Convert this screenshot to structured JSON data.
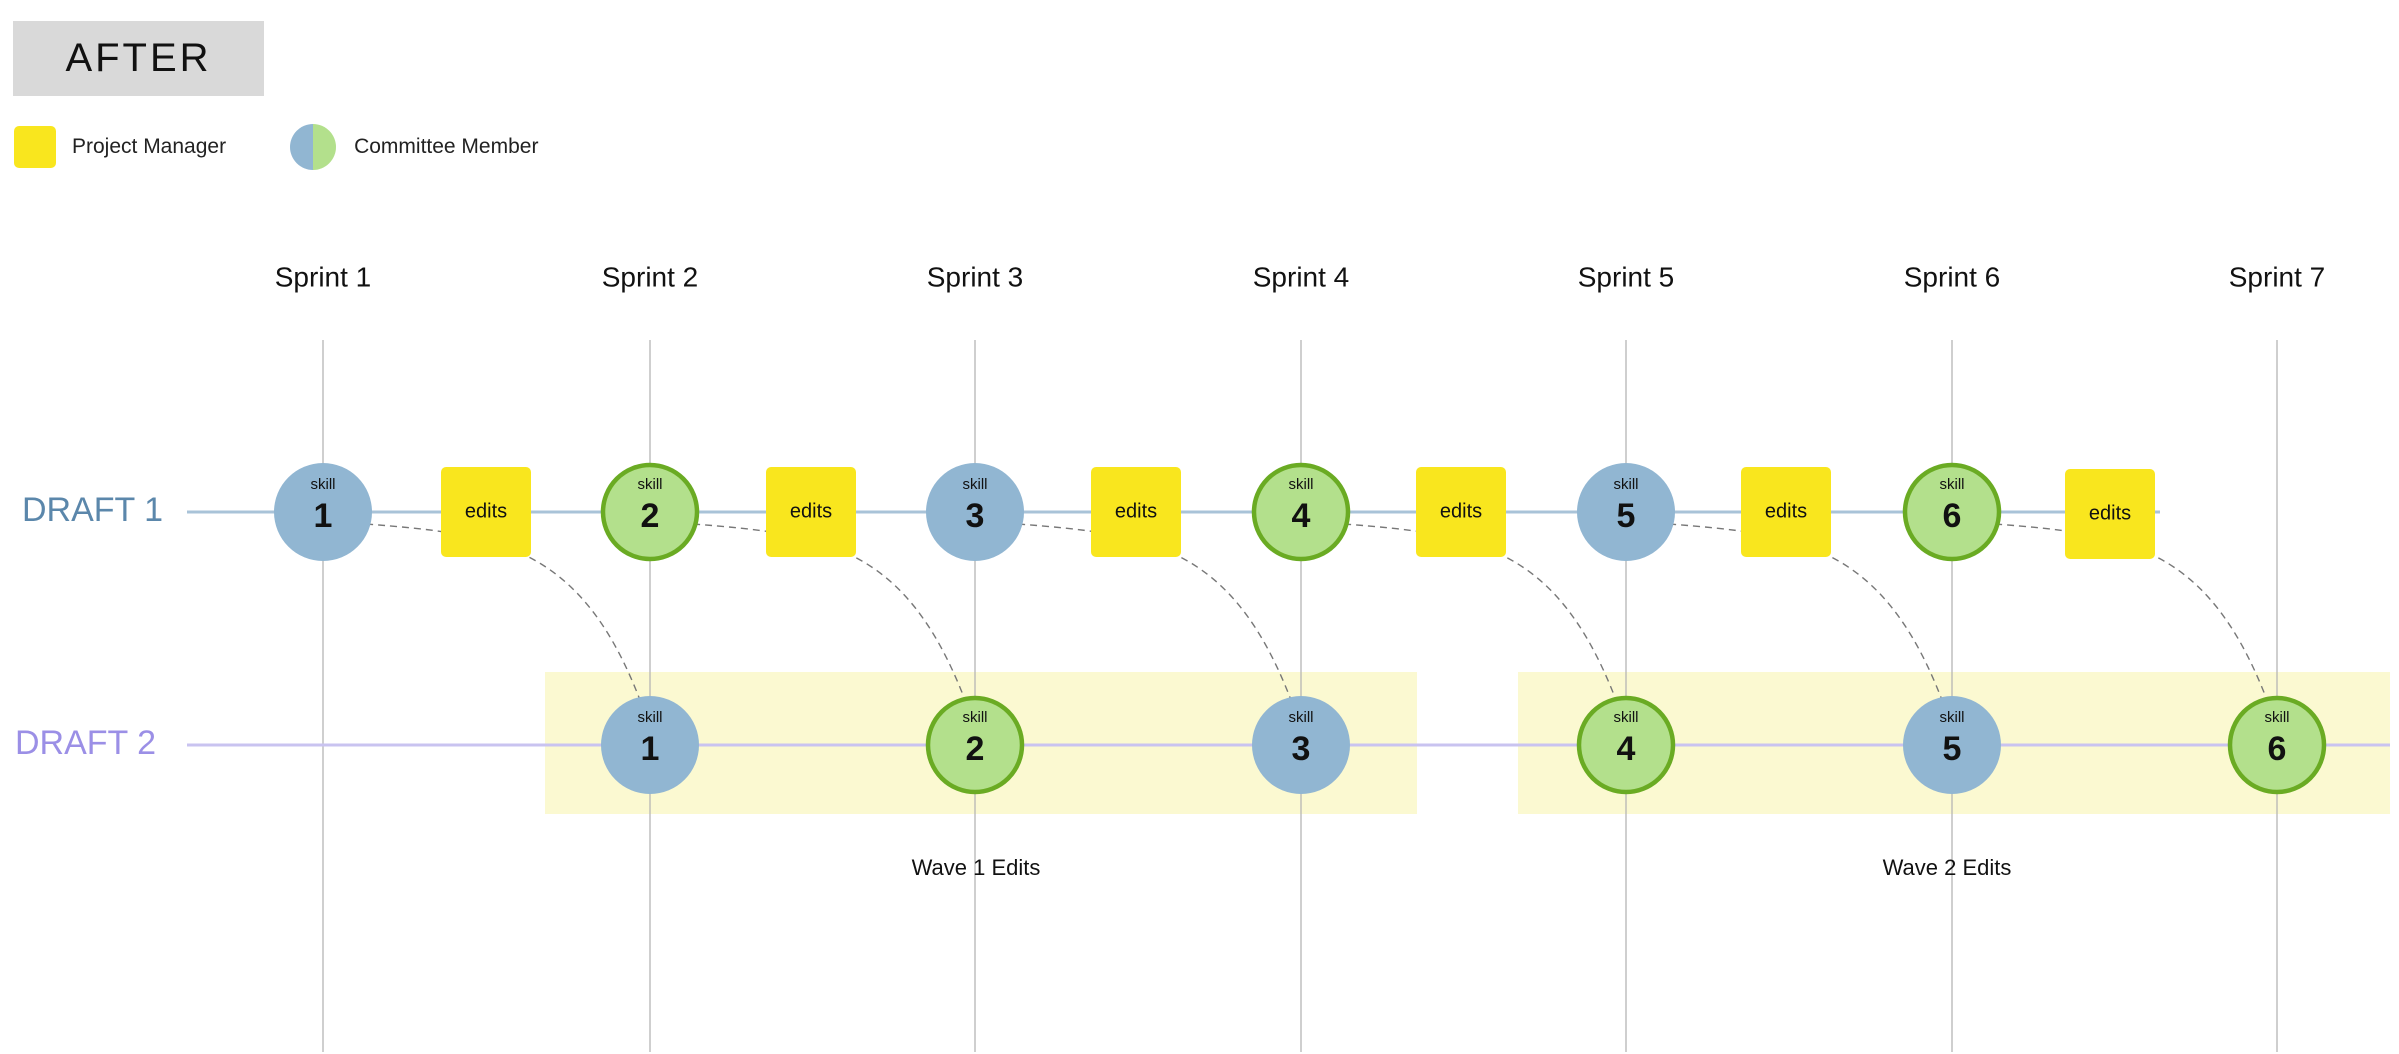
{
  "header": {
    "badge": "AFTER"
  },
  "legend": [
    {
      "label": "Project Manager",
      "shape": "square",
      "color": "#f9e61e"
    },
    {
      "label": "Committee Member",
      "shape": "split-circle",
      "colors": [
        "#91b6d2",
        "#b3e08c"
      ]
    }
  ],
  "colors": {
    "pm": "#f9e61e",
    "member_blue": "#91b6d2",
    "member_green": "#b3e08c",
    "member_green_border": "#6aab23",
    "draft1": "#5b87ab",
    "draft2": "#9b8fe6",
    "wave_band": "#fbf9d1",
    "grid": "#b5b5b5"
  },
  "sprints": [
    "Sprint 1",
    "Sprint 2",
    "Sprint 3",
    "Sprint 4",
    "Sprint 5",
    "Sprint 6",
    "Sprint 7"
  ],
  "rows": [
    {
      "label": "DRAFT 1",
      "color": "#5b87ab"
    },
    {
      "label": "DRAFT 2",
      "color": "#9b8fe6"
    }
  ],
  "draft1": {
    "skills": [
      {
        "tag": "skill",
        "number": "1",
        "member": "blue"
      },
      {
        "tag": "skill",
        "number": "2",
        "member": "green"
      },
      {
        "tag": "skill",
        "number": "3",
        "member": "blue"
      },
      {
        "tag": "skill",
        "number": "4",
        "member": "green"
      },
      {
        "tag": "skill",
        "number": "5",
        "member": "blue"
      },
      {
        "tag": "skill",
        "number": "6",
        "member": "green"
      }
    ],
    "edits_label": "edits",
    "edits_count": 6
  },
  "draft2": {
    "skills": [
      {
        "tag": "skill",
        "number": "1",
        "member": "blue"
      },
      {
        "tag": "skill",
        "number": "2",
        "member": "green"
      },
      {
        "tag": "skill",
        "number": "3",
        "member": "blue"
      },
      {
        "tag": "skill",
        "number": "4",
        "member": "green"
      },
      {
        "tag": "skill",
        "number": "5",
        "member": "blue"
      },
      {
        "tag": "skill",
        "number": "6",
        "member": "green"
      }
    ]
  },
  "waves": [
    {
      "label": "Wave 1 Edits"
    },
    {
      "label": "Wave 2 Edits"
    }
  ]
}
